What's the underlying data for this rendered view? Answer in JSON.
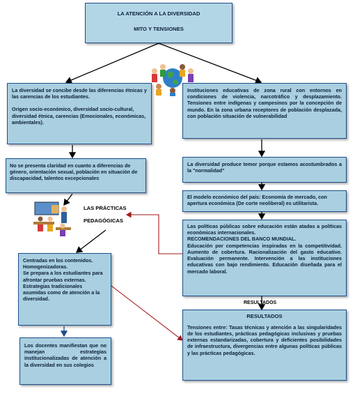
{
  "title": {
    "line1": "LA ATENCIÓN A LA DIVERSIDAD",
    "line2": "MITO Y TENSIONES"
  },
  "left": {
    "box1": {
      "p1": "La diversidad se concibe desde las diferencias étnicas y las carencias de los estudiantes.",
      "p2": "Origen socio-económico, diversidad socio-cultural, diversidad étnica, carencias (Emocionales, económicas, ambientales)."
    },
    "box2": "No se presenta claridad en cuanto a diferencias de género, orientación sexual, población en situación de discapacidad, talentos excepcionales",
    "practicas_label_1": "LAS PRÁCTICAS",
    "practicas_label_2": "PEDAGÓGICAS",
    "box3": {
      "l1": "Centradas en los contenidos.",
      "l2": "Homogenizadoras.",
      "l3": "Se prepara a los estudiantes para afrontar pruebas externas.",
      "l4": "Estrategias tradicionales asumidas como de atención a la diversidad."
    },
    "box4": "Los docentes manifiestan que no manejan estrategias institucionalizadas de atención a la diversidad en sus colegios"
  },
  "right": {
    "box1": "Instituciones educativas de zona rural con entornos en condiciones de violencia, narcotráfico y desplazamiento. Tensiones entre indígenas y campesinos por la concepción de mundo. En la zona urbana receptores de población desplazada, con población situación de vulnerabilidad",
    "box2": "La diversidad produce temor porque estamos acostumbrados a la \"normalidad\"",
    "box3": "El modelo económico del país: Economía de mercado, con apertura económica (De corte neoliberal) es utilitarista.",
    "box4": {
      "p1": "Las políticas públicas sobre educación están atadas a políticas económicas internacionales.",
      "heading": "RECOMENDACIONES DEL BANCO MUNDIAL.",
      "p2": "Educación por competencias inspiradas en la competitividad. Aumento de cobertura. Racionalización del gasto educativo. Evaluación permanente. Intervención a las instituciones educativas con bajo rendimiento. Educación diseñada para el mercado laboral."
    },
    "resultados_label": "RESULTADOS",
    "box5": {
      "heading": "RESULTADOS",
      "text": "Tensiones entre: Tasas técnicas y atención a las singularidades de los estudiantes, prácticas pedagógicas inclusivas y pruebas externas estandarizadas, cobertura y deficientes posibilidades de infraestructura, divergencias entre algunas políticas públicas y las prácticas pedagógicas."
    }
  }
}
